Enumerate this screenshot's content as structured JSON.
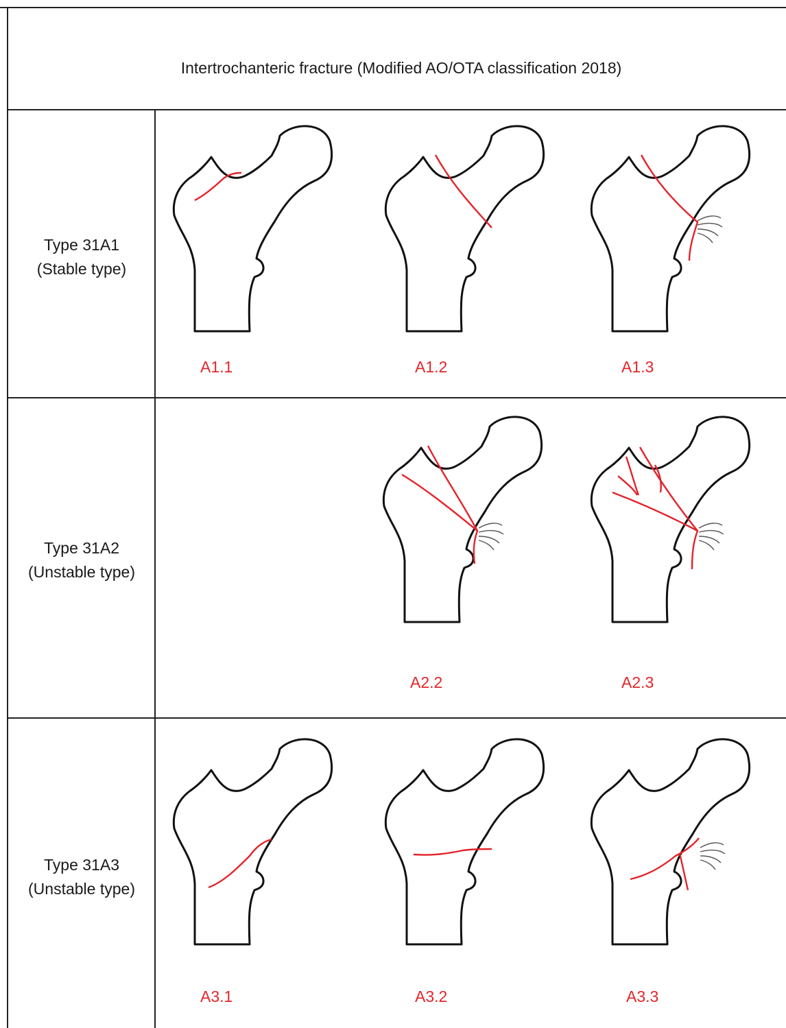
{
  "title": "Intertrochanteric fracture (Modified AO/OTA classification 2018)",
  "colors": {
    "outline": "#111111",
    "fracture": "#e3232a",
    "fragment": "#555555",
    "grid": "#222222"
  },
  "rows": [
    {
      "label_line1": "Type 31A1",
      "label_line2": "(Stable type)",
      "items": [
        {
          "code": "A1.1"
        },
        {
          "code": "A1.2"
        },
        {
          "code": "A1.3"
        }
      ]
    },
    {
      "label_line1": "Type 31A2",
      "label_line2": "(Unstable type)",
      "items": [
        {
          "code": "A2.2"
        },
        {
          "code": "A2.3"
        }
      ]
    },
    {
      "label_line1": "Type 31A3",
      "label_line2": "(Unstable type)",
      "items": [
        {
          "code": "A3.1"
        },
        {
          "code": "A3.2"
        },
        {
          "code": "A3.3"
        }
      ]
    }
  ]
}
